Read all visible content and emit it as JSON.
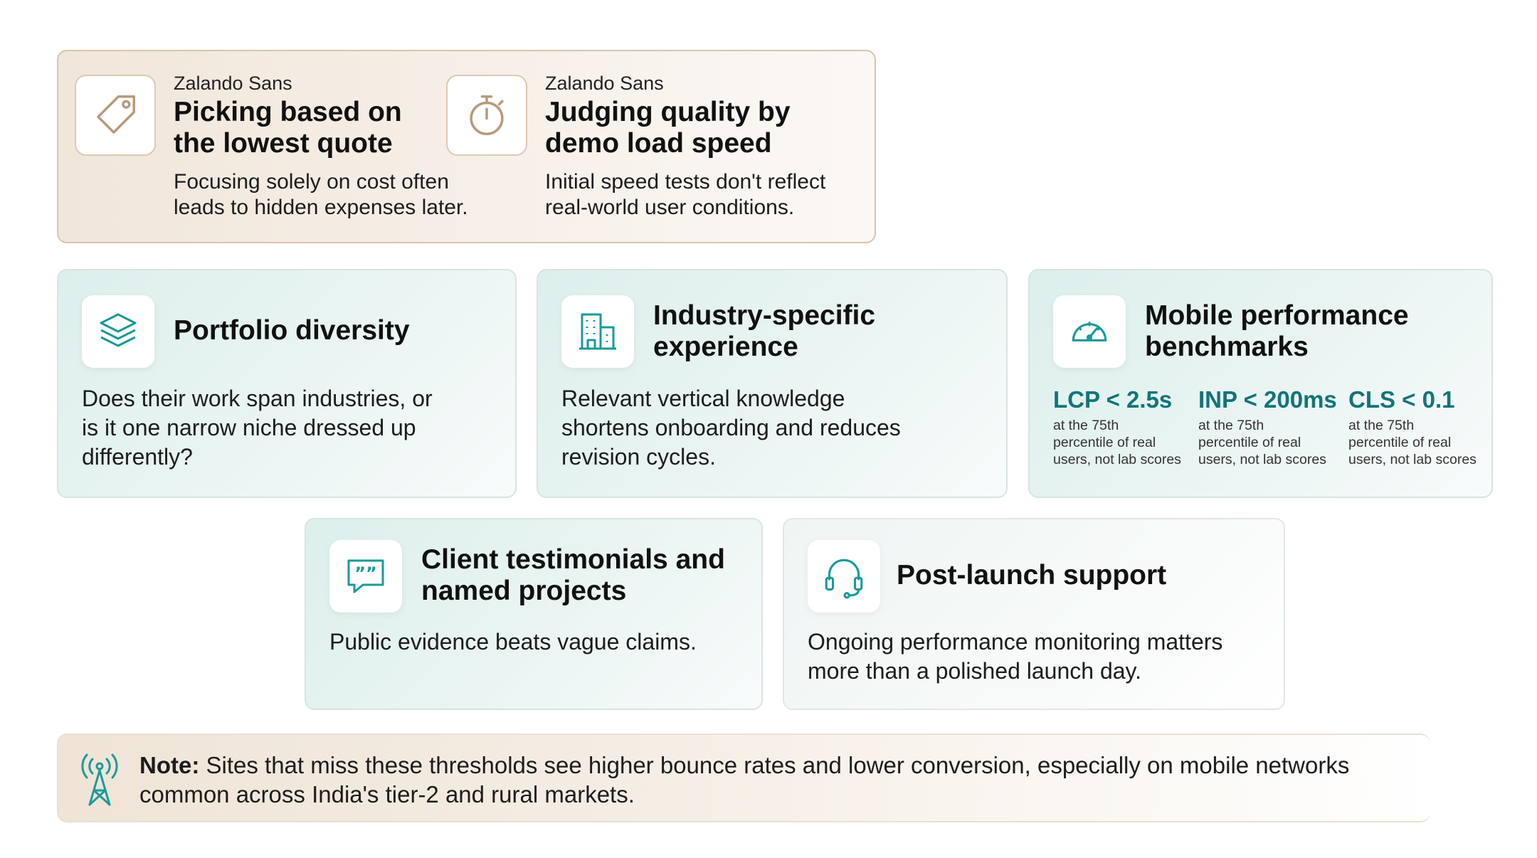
{
  "warnings": [
    {
      "eyebrow": "Zalando Sans",
      "title_line1": "Picking based on",
      "title_line2": "the lowest quote",
      "desc_line1": "Focusing solely on cost often",
      "desc_line2": "leads to hidden expenses later.",
      "icon": "price-tag-icon"
    },
    {
      "eyebrow": "Zalando Sans",
      "title_line1": "Judging quality by",
      "title_line2": "demo load speed",
      "desc_line1": "Initial speed tests don't reflect",
      "desc_line2": "real-world user conditions.",
      "icon": "stopwatch-icon"
    }
  ],
  "criteria": {
    "portfolio": {
      "title": "Portfolio diversity",
      "desc_line1": "Does their work span industries, or",
      "desc_line2": "is it one narrow niche dressed up",
      "desc_line3": "differently?",
      "icon": "layers-icon"
    },
    "industry": {
      "title_line1": "Industry-specific",
      "title_line2": "experience",
      "desc_line1": "Relevant vertical knowledge",
      "desc_line2": "shortens onboarding and reduces",
      "desc_line3": "revision cycles.",
      "icon": "building-icon"
    },
    "mobile": {
      "title_line1": "Mobile performance",
      "title_line2": "benchmarks",
      "icon": "speedometer-icon",
      "metrics": [
        {
          "value": "LCP < 2.5s",
          "cap1": "at the 75th",
          "cap2": "percentile of real",
          "cap3": "users, not lab scores"
        },
        {
          "value": "INP < 200ms",
          "cap1": "at the 75th",
          "cap2": "percentile of real",
          "cap3": "users, not lab scores"
        },
        {
          "value": "CLS < 0.1",
          "cap1": "at the 75th",
          "cap2": "percentile of real",
          "cap3": "users, not lab scores"
        }
      ]
    },
    "testimonials": {
      "title_line1": "Client testimonials and",
      "title_line2": "named projects",
      "desc": "Public evidence beats vague claims.",
      "icon": "quote-bubble-icon"
    },
    "support": {
      "title": "Post-launch support",
      "desc_line1": "Ongoing performance monitoring matters",
      "desc_line2": "more than a polished launch day.",
      "icon": "headset-icon"
    }
  },
  "note": {
    "label": "Note:",
    "text_line1": " Sites that miss these thresholds see higher bounce rates and lower conversion, especially on mobile networks",
    "text_line2": "common across India's tier-2 and rural markets.",
    "icon": "signal-tower-icon"
  },
  "colors": {
    "accent_teal": "#12747a",
    "icon_teal": "#1a9a9a",
    "warn_icon": "#b89a7c",
    "warn_border": "#d8c5ae"
  }
}
